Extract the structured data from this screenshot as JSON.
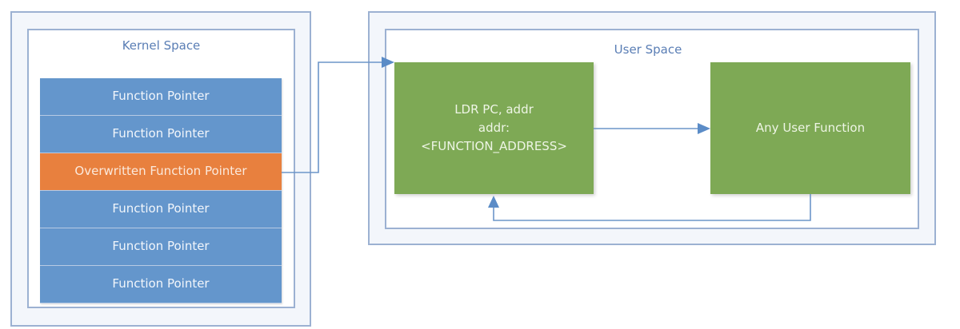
{
  "kernel": {
    "title": "Kernel Space",
    "rows": [
      {
        "label": "Function Pointer",
        "highlighted": false
      },
      {
        "label": "Function Pointer",
        "highlighted": false
      },
      {
        "label": "Overwritten Function Pointer",
        "highlighted": true
      },
      {
        "label": "Function Pointer",
        "highlighted": false
      },
      {
        "label": "Function Pointer",
        "highlighted": false
      },
      {
        "label": "Function Pointer",
        "highlighted": false
      }
    ]
  },
  "user": {
    "title": "User Space",
    "trampoline": {
      "line1": "LDR PC, addr",
      "line2": "addr:",
      "line3": "<FUNCTION_ADDRESS>"
    },
    "target": {
      "label": "Any User Function"
    }
  },
  "colors": {
    "pointer_blue": "#6496cc",
    "overwritten_orange": "#e8803e",
    "user_green": "#7ea955",
    "connector": "#5b8cc7"
  }
}
